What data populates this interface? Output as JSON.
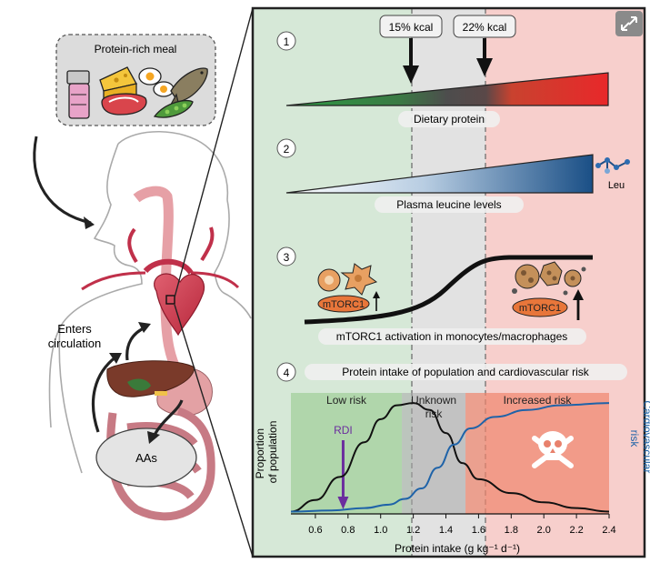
{
  "meal": {
    "label": "Protein-rich meal"
  },
  "body": {
    "enters_label_1": "Enters",
    "enters_label_2": "circulation",
    "aas_label": "AAs"
  },
  "callouts": {
    "kcal15": "15% kcal",
    "kcal22": "22% kcal"
  },
  "panel1": {
    "number": "1",
    "label": "Dietary protein"
  },
  "panel2": {
    "number": "2",
    "label": "Plasma leucine levels",
    "leu_label": "Leu"
  },
  "panel3": {
    "number": "3",
    "label": "mTORC1 activation in monocytes/macrophages",
    "mtorc_left": "mTORC1",
    "mtorc_right": "mTORC1"
  },
  "panel4": {
    "number": "4",
    "label": "Protein intake of population and cardiovascular risk"
  },
  "colors": {
    "low_risk_bg": "#d6e8d7",
    "unknown_bg": "#e2e2e2",
    "increased_bg": "#f7cfcc",
    "panel_border": "#222222",
    "population_curve": "#111111",
    "risk_curve": "#1f63a8",
    "rdi_arrow": "#6b2d9e"
  },
  "icons": [
    "expand-icon",
    "shake-bottle-icon",
    "cheese-icon",
    "eggs-icon",
    "fish-icon",
    "steak-icon",
    "peas-icon",
    "skull-crossbones-icon",
    "leucine-molecule-icon",
    "monocyte-icon",
    "macrophage-icon"
  ],
  "chart_data": {
    "type": "line",
    "xlabel": "Protein intake (g kg⁻¹ d⁻¹)",
    "ylabel_left": "Proportion of population",
    "ylabel_right": "Cardiovascular risk",
    "x_ticks": [
      "0.6",
      "0.8",
      "1.0",
      "1.2",
      "1.4",
      "1.6",
      "1.8",
      "2.0",
      "2.2",
      "2.4"
    ],
    "xlim": [
      0.45,
      2.4
    ],
    "regions": [
      {
        "label": "Low risk",
        "from": 0.45,
        "to": 1.13
      },
      {
        "label": "Unknown risk",
        "from": 1.13,
        "to": 1.52
      },
      {
        "label": "Increased risk",
        "from": 1.52,
        "to": 2.4
      }
    ],
    "rdi": {
      "label": "RDI",
      "x": 0.77
    },
    "series": [
      {
        "key": "population",
        "x": [
          0.45,
          0.6,
          0.75,
          0.9,
          1.0,
          1.1,
          1.2,
          1.3,
          1.4,
          1.5,
          1.6,
          1.8,
          2.0,
          2.2,
          2.4
        ],
        "y": [
          0.02,
          0.12,
          0.32,
          0.62,
          0.82,
          0.94,
          0.96,
          0.9,
          0.7,
          0.44,
          0.3,
          0.18,
          0.1,
          0.05,
          0.02
        ]
      },
      {
        "key": "risk",
        "x": [
          0.45,
          0.7,
          0.9,
          1.05,
          1.15,
          1.25,
          1.35,
          1.45,
          1.55,
          1.7,
          1.9,
          2.1,
          2.4
        ],
        "y": [
          0.02,
          0.03,
          0.05,
          0.08,
          0.13,
          0.22,
          0.4,
          0.6,
          0.74,
          0.84,
          0.9,
          0.94,
          0.96
        ]
      }
    ]
  }
}
